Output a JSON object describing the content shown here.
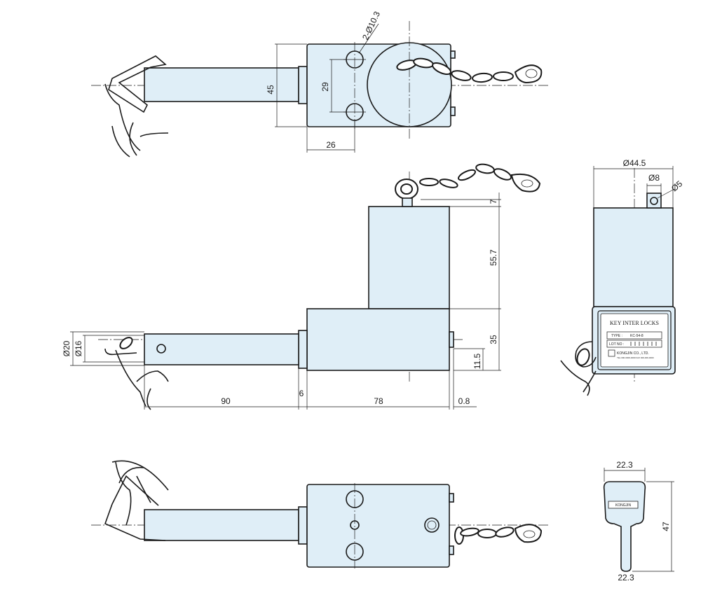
{
  "dimensions": {
    "hole_diameter": "2-Ø10.3",
    "top_height": "45",
    "hole_spacing": "29",
    "hole_offset": "26",
    "upper_block_height": "55.7",
    "cap_height": "7",
    "lower_block_height": "35",
    "pin_height": "11.5",
    "outer_diameter": "Ø20",
    "pin_diameter": "Ø16",
    "pin_length": "90",
    "collar": "6",
    "body_length": "78",
    "offset": "0.8",
    "side_width": "Ø44.5",
    "ring_diameter": "Ø8",
    "ring_hole": "Ø5",
    "key_width_top": "22.3",
    "key_width_bottom": "22.3",
    "key_length": "47"
  },
  "nameplate": {
    "title": "KEY INTER LOCKS",
    "type_label": "TYPE :",
    "type_value": "KC-54-8",
    "lot_label": "LOT NO :",
    "maker": "KONGJIN CO., LTD.",
    "maker_sub": "TEL 000-0000-0000 FAX 000-000-0000"
  },
  "key": {
    "brand": "KONGJIN"
  }
}
